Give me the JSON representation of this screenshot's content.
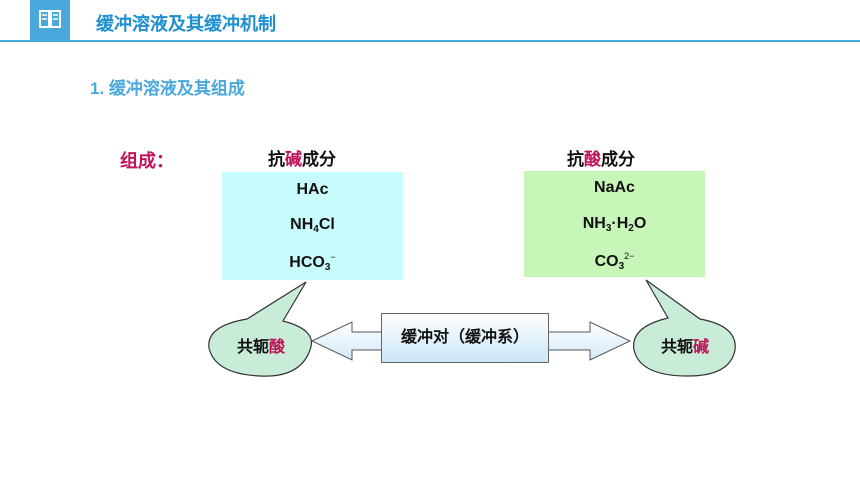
{
  "header": {
    "icon": "open-book-icon",
    "title": "缓冲溶液及其缓冲机制",
    "accent_color": "#4aa8dc"
  },
  "section": {
    "title": "1. 缓冲溶液及其组成"
  },
  "composition": {
    "label": "组成："
  },
  "anti_base": {
    "heading_pre": "抗",
    "heading_em": "碱",
    "heading_post": "成分",
    "box_color": "#c8fcfc",
    "items": [
      {
        "main": "HAc",
        "sub": "",
        "rest": "",
        "sup": ""
      },
      {
        "main": "NH",
        "sub": "4",
        "rest": "Cl",
        "sup": ""
      },
      {
        "main": "HCO",
        "sub": "3",
        "rest": "",
        "sup": "−"
      }
    ]
  },
  "anti_acid": {
    "heading_pre": "抗",
    "heading_em": "酸",
    "heading_post": "成分",
    "box_color": "#c8f5b8",
    "items": [
      {
        "main": "NaAc",
        "sub": "",
        "rest": "",
        "sup": ""
      },
      {
        "main": "NH",
        "sub": "3",
        "rest": "·H",
        "sub2": "2",
        "rest2": "O",
        "sup": ""
      },
      {
        "main": "CO",
        "sub": "3",
        "rest": "",
        "sup": "2−"
      }
    ]
  },
  "bubbles": {
    "left_pre": "共轭",
    "left_em": "酸",
    "right_pre": "共轭",
    "right_em": "碱",
    "fill_color": "#c9ecd9"
  },
  "center": {
    "label": "缓冲对（缓冲系）"
  },
  "emphasis_color": "#c0145a"
}
